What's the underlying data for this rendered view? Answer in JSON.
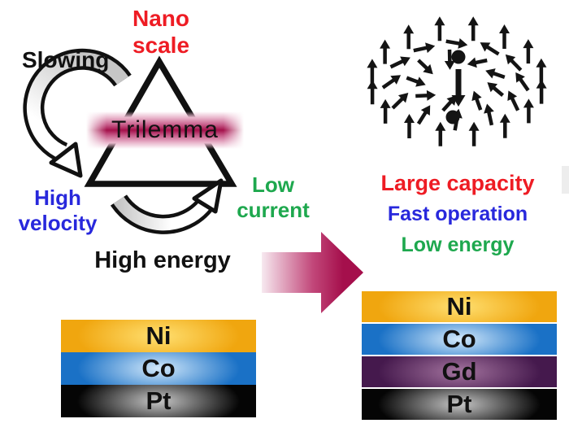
{
  "figure": {
    "background": "#ffffff"
  },
  "trilemma": {
    "nano_scale": {
      "line1": "Nano",
      "line2": "scale",
      "color": "#ee1c24"
    },
    "slowing": {
      "label": "Slowing",
      "color": "#111111"
    },
    "band": {
      "label": "Trilemma",
      "text_color": "#111111",
      "core": "#a3104a",
      "mid": "#c65a88",
      "light": "#eab9ce"
    },
    "high_velocity": {
      "line1": "High",
      "line2": "velocity",
      "color": "#2828dc"
    },
    "low_current": {
      "line1": "Low",
      "line2": "current",
      "color": "#1ea84e"
    },
    "high_energy": {
      "label": "High energy",
      "color": "#111111"
    },
    "triangle_color": "#111111",
    "curved_arrow": {
      "outline": "#111111",
      "fill_start": "#c6c6c6",
      "fill_end": "#ffffff"
    }
  },
  "benefits": {
    "large_capacity": {
      "label": "Large capacity",
      "color": "#ee1c24"
    },
    "fast_operation": {
      "label": "Fast operation",
      "color": "#2828dc"
    },
    "low_energy": {
      "label": "Low energy",
      "color": "#1ea84e"
    }
  },
  "transform_arrow": {
    "stops": [
      "#f7e9f0",
      "#c2487a",
      "#a50f4c"
    ]
  },
  "skyrmion": {
    "icon": "skyrmion-spin-texture",
    "arrow_color": "#141414"
  },
  "stacks": {
    "left": {
      "layers": [
        {
          "label": "Ni",
          "edge": "#f0a60f",
          "center": "#ffe072"
        },
        {
          "label": "Co",
          "edge": "#1a71c6",
          "center": "#d3e9fb"
        },
        {
          "label": "Pt",
          "edge": "#050505",
          "center": "#c8c8c8"
        }
      ]
    },
    "right": {
      "layers": [
        {
          "label": "Ni",
          "edge": "#f0a60f",
          "center": "#ffe072"
        },
        {
          "label": "Co",
          "edge": "#1a71c6",
          "center": "#d3e9fb"
        },
        {
          "label": "Gd",
          "edge": "#45194d",
          "center": "#a4749f"
        },
        {
          "label": "Pt",
          "edge": "#050505",
          "center": "#c8c8c8"
        }
      ]
    }
  },
  "misc": {
    "edge_artifact_color": "#ededed"
  }
}
